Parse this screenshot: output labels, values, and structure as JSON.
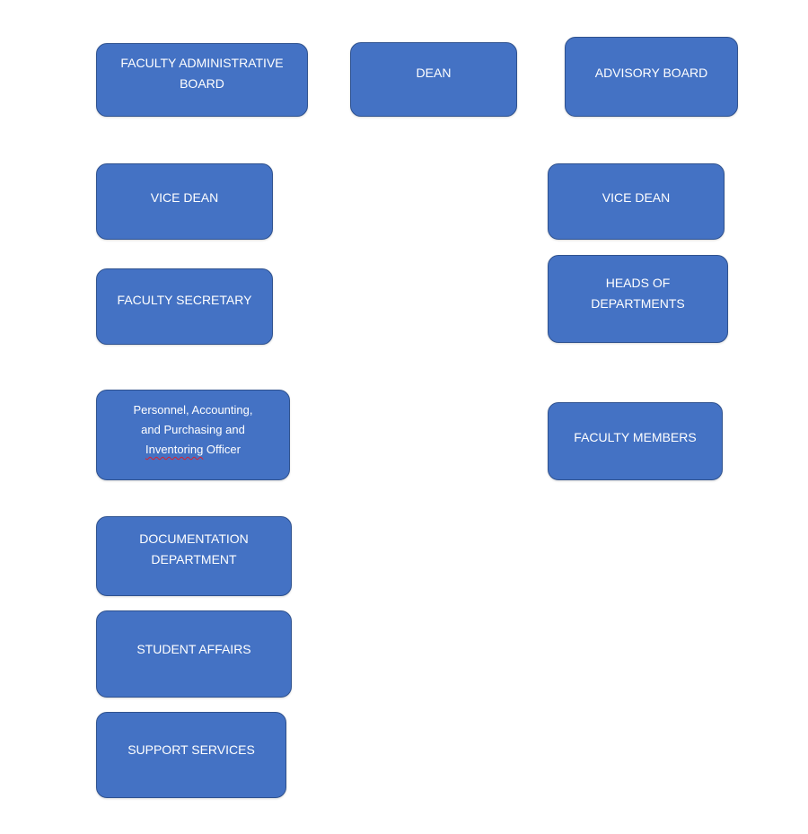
{
  "boxes": {
    "faculty_admin_board": "FACULTY ADMINISTRATIVE\nBOARD",
    "dean": "DEAN",
    "advisory_board": "ADVISORY BOARD",
    "vice_dean_left": "VICE DEAN",
    "vice_dean_right": "VICE DEAN",
    "faculty_secretary": "FACULTY SECRETARY",
    "heads_of_departments": "HEADS OF\nDEPARTMENTS",
    "personnel_officer_line1": "Personnel, Accounting,\nand Purchasing and\n",
    "personnel_officer_word": "Inventoring",
    "personnel_officer_line3": " Officer",
    "faculty_members": "FACULTY MEMBERS",
    "documentation_department": "DOCUMENTATION\nDEPARTMENT",
    "student_affairs": "STUDENT AFFAIRS",
    "support_services": "SUPPORT SERVICES"
  },
  "colors": {
    "box_fill": "#4472c4",
    "box_border": "#2f528f",
    "text": "#ffffff"
  }
}
